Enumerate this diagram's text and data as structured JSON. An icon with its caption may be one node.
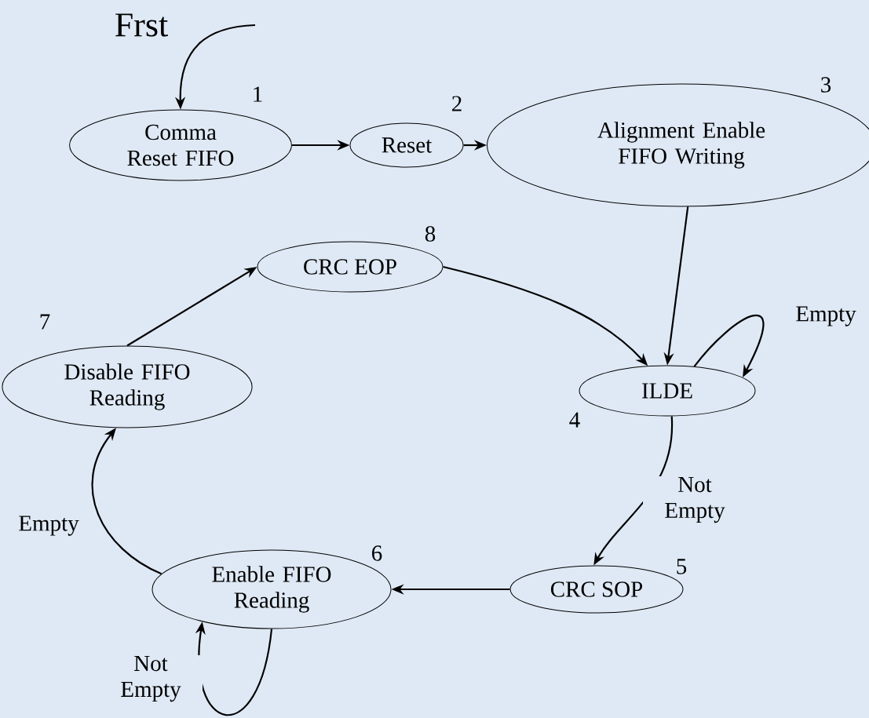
{
  "diagram": {
    "nodes": [
      {
        "text": [
          "Comma Reset FIFO"
        ],
        "beside": [
          "1"
        ]
      },
      {
        "text": [
          "Reset"
        ],
        "beside": [
          "2"
        ]
      },
      {
        "text": [
          "Alignment Enable FIFO Writing"
        ],
        "beside": [
          "3"
        ]
      },
      {
        "text": [
          "CRC EOP"
        ],
        "beside": [
          "8"
        ]
      },
      {
        "text": [
          "Disable FIFO Reading"
        ],
        "beside": [
          "7"
        ]
      },
      {
        "text": [
          "ILDE"
        ],
        "beside": [
          "4"
        ]
      },
      {
        "text": [
          "Enable FIFO Reading"
        ],
        "beside": [
          "6"
        ]
      },
      {
        "text": [
          "CRC SOP"
        ],
        "beside": [
          "5"
        ]
      }
    ],
    "edges": [
      {
        "from": null,
        "to": 0,
        "arrow": "to"
      },
      {
        "from": 0,
        "to": 1,
        "arrow": "to"
      },
      {
        "from": 1,
        "to": 2,
        "arrow": "to"
      },
      {
        "from": 2,
        "to": 5,
        "arrow": "to"
      },
      {
        "from": 3,
        "to": 5,
        "arrow": "to"
      },
      {
        "from": 5,
        "to": 5,
        "arrow": "to",
        "label": "Empty"
      },
      {
        "from": 5,
        "to": 7,
        "arrow": "to",
        "label": "Not Empty"
      },
      {
        "from": 7,
        "to": 6,
        "arrow": "to"
      },
      {
        "from": 6,
        "to": 6,
        "arrow": "to",
        "label": "Not Empty"
      },
      {
        "from": 6,
        "to": 4,
        "arrow": "to",
        "label": "Empty"
      },
      {
        "from": 4,
        "to": 3,
        "arrow": "to"
      }
    ],
    "labels": [
      "Frst"
    ]
  }
}
